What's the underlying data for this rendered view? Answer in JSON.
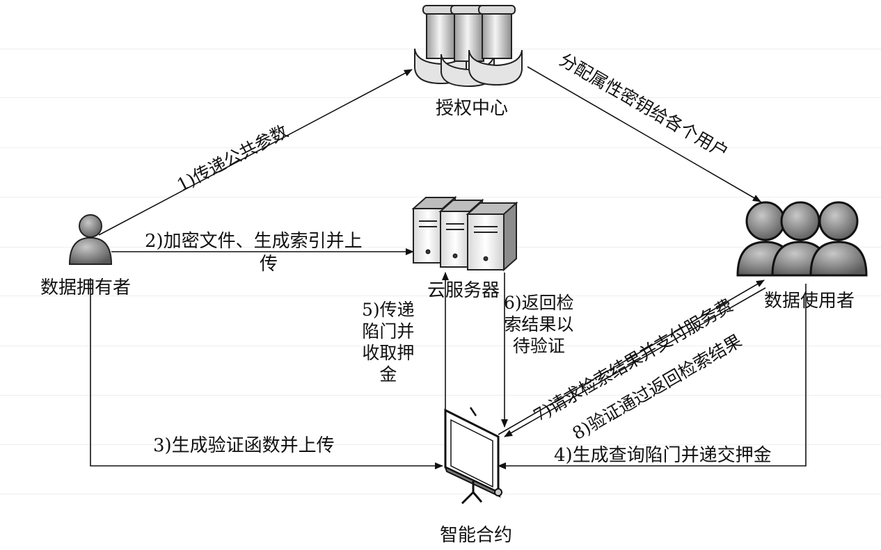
{
  "nodes": {
    "authority": "授权中心",
    "owner": "数据拥有者",
    "cloud": "云服务器",
    "users": "数据使用者",
    "contract": "智能合约"
  },
  "edges": {
    "e1": "1)传递公共参数",
    "e_keys": "分配属性密钥给各个用户",
    "e2_line1": "2)加密文件、生成索引并上",
    "e2_line2": "传",
    "e3": "3)生成验证函数并上传",
    "e4": "4)生成查询陷门并递交押金",
    "e5": "5)传递\n陷门并\n收取押\n金",
    "e6": "6)返回检\n索结果以\n待验证",
    "e7": "7)请求检索结果并支付服务费",
    "e8": "8)验证通过返回检索结果"
  }
}
